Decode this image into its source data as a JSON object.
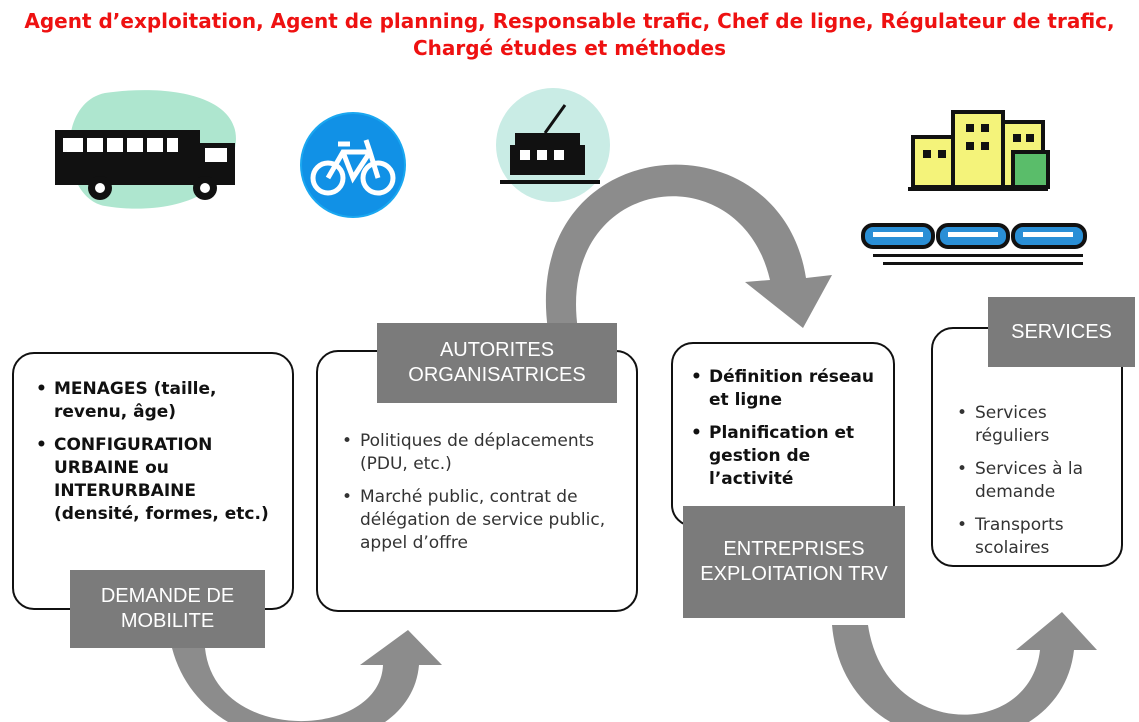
{
  "title": "Agent d’exploitation, Agent de planning, Responsable trafic, Chef de ligne, Régulateur de trafic, Chargé études et méthodes",
  "colors": {
    "title": "#ee1111",
    "label_bg": "#7b7b7b",
    "arrow": "#8c8c8c"
  },
  "icons": [
    "bus-icon",
    "bicycle-sign-icon",
    "tram-icon",
    "city-train-icon"
  ],
  "demande": {
    "label": "DEMANDE DE MOBILITE",
    "bullets": [
      "MENAGES (taille, revenu, âge)",
      "CONFIGURATION URBAINE ou INTERURBAINE (densité, formes, etc.)"
    ]
  },
  "autorites": {
    "label": "AUTORITES ORGANISATRICES",
    "bullets": [
      "Politiques de déplacements (PDU, etc.)",
      "Marché public, contrat de délégation de service public, appel d’offre"
    ]
  },
  "entreprises": {
    "label": "ENTREPRISES EXPLOITATION TRV",
    "bullets": [
      "Définition réseau et ligne",
      "Planification et gestion de l’activité"
    ]
  },
  "services": {
    "label": "SERVICES",
    "bullets": [
      "Services réguliers",
      "Services à la demande",
      "Transports scolaires"
    ]
  }
}
